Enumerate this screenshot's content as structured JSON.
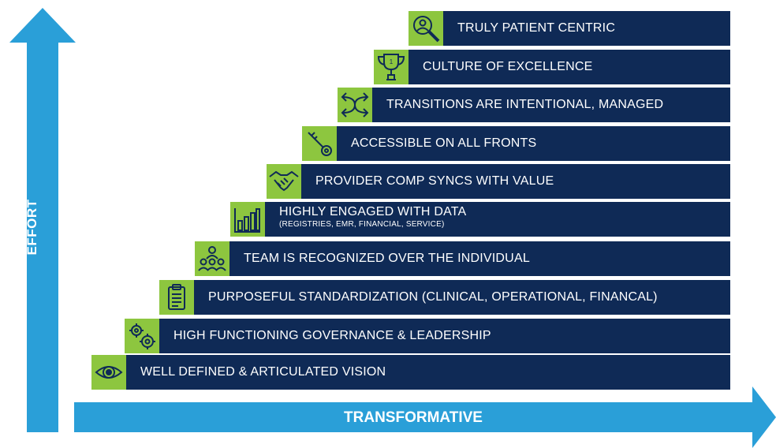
{
  "axes": {
    "vertical_label": "EFFORT",
    "horizontal_label": "TRANSFORMATIVE"
  },
  "colors": {
    "arrow": "#2a9fd8",
    "step_bar": "#0f2a56",
    "icon_bg": "#8dc63f",
    "text": "#ffffff"
  },
  "steps": [
    {
      "label": "WELL DEFINED & ARTICULATED VISION",
      "icon": "eye-icon"
    },
    {
      "label": "HIGH FUNCTIONING GOVERNANCE & LEADERSHIP",
      "icon": "gears-icon"
    },
    {
      "label": "PURPOSEFUL STANDARDIZATION (CLINICAL, OPERATIONAL, FINANCAL)",
      "icon": "clipboard-icon"
    },
    {
      "label": "TEAM IS RECOGNIZED OVER THE INDIVIDUAL",
      "icon": "team-icon"
    },
    {
      "label": "HIGHLY ENGAGED WITH DATA",
      "sublabel": "(REGISTRIES, EMR, FINANCIAL, SERVICE)",
      "icon": "bar-chart-icon"
    },
    {
      "label": "PROVIDER COMP SYNCS WITH VALUE",
      "icon": "handshake-icon"
    },
    {
      "label": "ACCESSIBLE ON ALL FRONTS",
      "icon": "key-icon"
    },
    {
      "label": "TRANSITIONS ARE INTENTIONAL, MANAGED",
      "icon": "crossing-arrows-icon"
    },
    {
      "label": "CULTURE OF EXCELLENCE",
      "icon": "trophy-icon",
      "icon_text": "1"
    },
    {
      "label": "TRULY PATIENT CENTRIC",
      "icon": "magnifier-person-icon"
    }
  ]
}
